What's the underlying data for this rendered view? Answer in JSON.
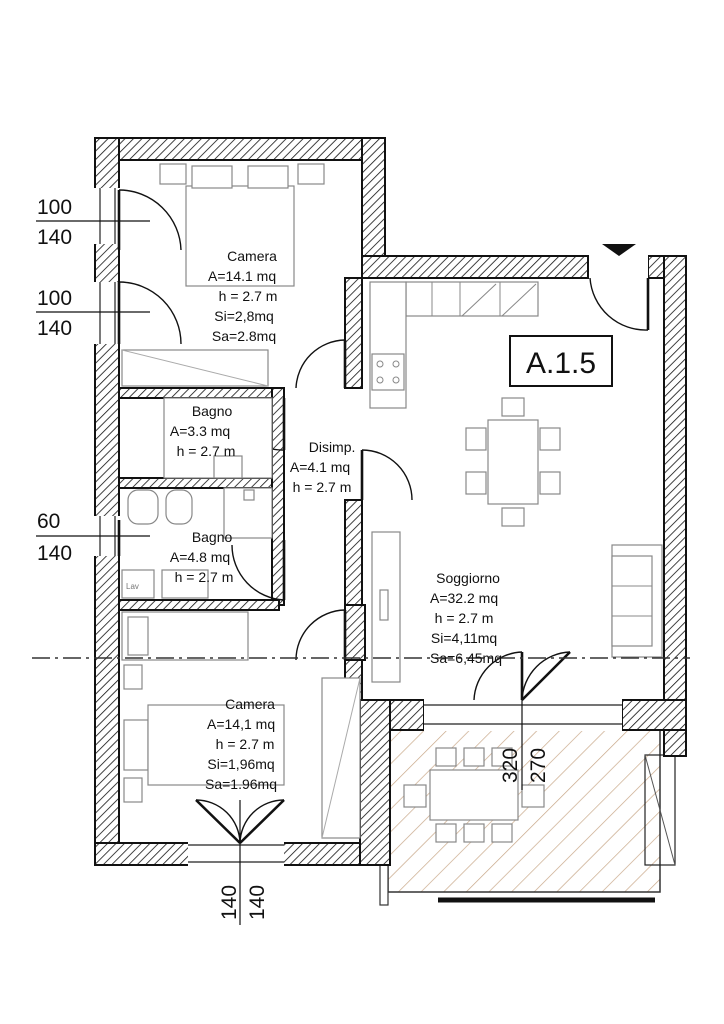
{
  "unit_tag": "A.1.5",
  "rooms": [
    {
      "lines": [
        "Camera",
        "A=14.1 mq",
        "h = 2.7 m",
        "Si=2,8mq",
        "Sa=2.8mq"
      ]
    },
    {
      "lines": [
        "Bagno",
        "A=3.3 mq",
        "h = 2.7 m"
      ]
    },
    {
      "lines": [
        "Bagno",
        "A=4.8 mq",
        "h = 2.7 m"
      ]
    },
    {
      "lines": [
        "Disimp.",
        "A=4.1 mq",
        "h = 2.7 m"
      ]
    },
    {
      "lines": [
        "Soggiorno",
        "A=32.2 mq",
        "h = 2.7 m",
        "Si=4,11mq",
        "Sa=6,45mq"
      ]
    },
    {
      "lines": [
        "Camera",
        "A=14,1 mq",
        "h = 2.7 m",
        "Si=1,96mq",
        "Sa=1.96mq"
      ]
    }
  ],
  "window_dims": [
    {
      "top": "100",
      "bottom": "140"
    },
    {
      "top": "100",
      "bottom": "140"
    },
    {
      "top": "60",
      "bottom": "140"
    }
  ],
  "bottom_dims": {
    "a": "140",
    "b": "140"
  },
  "terrace_dims": {
    "a": "320",
    "b": "270"
  },
  "fixture_label": "Lav"
}
